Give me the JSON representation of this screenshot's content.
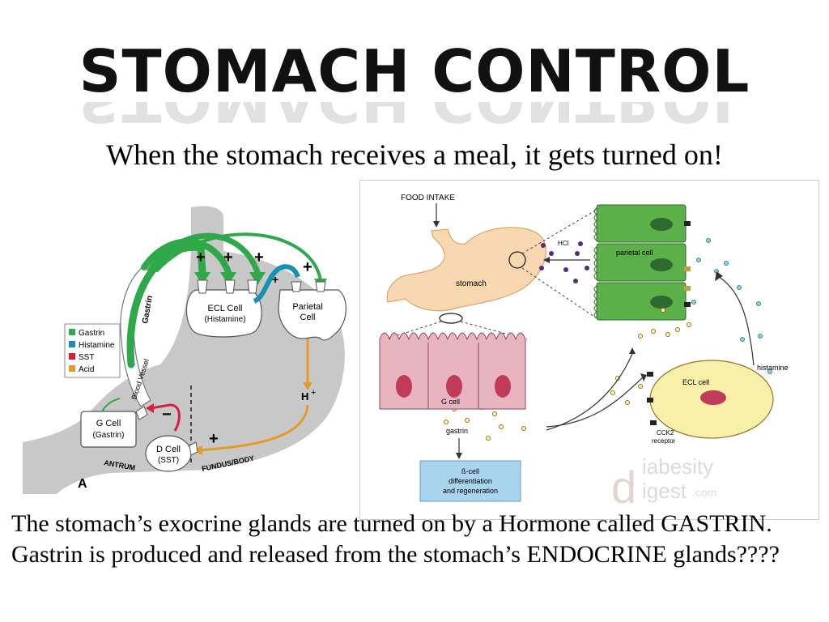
{
  "slide": {
    "title": "STOMACH CONTROL",
    "subtitle": "When the stomach receives a meal, it gets turned on!",
    "body": "The stomach’s exocrine glands are turned on by a Hormone called GASTRIN.  Gastrin is produced and released from the stomach’s ENDOCRINE glands????"
  },
  "figure_left": {
    "panel_label": "A",
    "legend": [
      {
        "label": "Gastrin",
        "color": "#2fa84a"
      },
      {
        "label": "Histamine",
        "color": "#1591b4"
      },
      {
        "label": "SST",
        "color": "#d5203c"
      },
      {
        "label": "Acid",
        "color": "#e59a2a"
      }
    ],
    "vessel_label": "Blood Vessel",
    "gastrin_label": "Gastrin",
    "ecl_cell": {
      "line1": "ECL Cell",
      "line2": "(Histamine)"
    },
    "parietal_cell": {
      "line1": "Parietal",
      "line2": "Cell"
    },
    "g_cell": {
      "line1": "G Cell",
      "line2": "(Gastrin)"
    },
    "d_cell": {
      "line1": "D Cell",
      "line2": "(SST)"
    },
    "h_label": "H",
    "h_sup": "+",
    "plus": "+",
    "minus": "−",
    "antrum": "ANTRUM",
    "fundus": "FUNDUS/BODY"
  },
  "figure_right": {
    "food_intake": "FOOD INTAKE",
    "stomach": "stomach",
    "hcl": "HCl",
    "parietal_cell": "parietal cell",
    "histamine": "histamine",
    "ecl_cell": "ECL cell",
    "cck2": {
      "line1": "CCK2",
      "line2": "receptor"
    },
    "g_cell": "G cell",
    "gastrin": "gastrin",
    "beta_cell": {
      "line1": "ß-cell",
      "line2": "differentiation",
      "line3": "and regeneration"
    },
    "watermark": {
      "letter": "d",
      "line1": "iabesity",
      "line2": "igest",
      "suffix": ".com"
    }
  },
  "colors": {
    "gastrin": "#2fa84a",
    "histamine": "#1591b4",
    "sst": "#d5203c",
    "acid": "#e59a2a",
    "stomach_gray": "#c8c8c8",
    "parietal_green": "#5bb04a",
    "g_cell_pink": "#e8b4c0",
    "ecl_yellow": "#f8f0a8",
    "beta_box": "#a9d4ee"
  }
}
